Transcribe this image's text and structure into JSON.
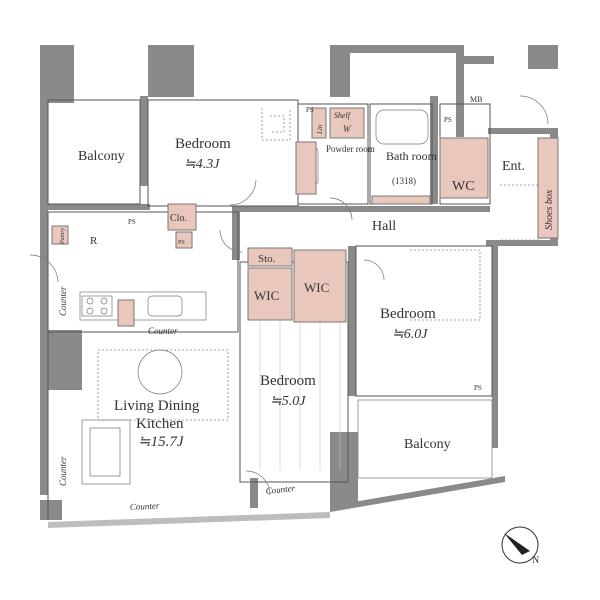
{
  "rooms": {
    "balcony_top": "Balcony",
    "bedroom_top": "Bedroom",
    "bedroom_top_size": "≒4.3J",
    "powder_room": "Powder room",
    "bath_room": "Bath room",
    "bath_size": "(1318)",
    "wc": "WC",
    "ent": "Ent.",
    "shoes_box": "Shoes box",
    "hall": "Hall",
    "clo": "Clo.",
    "r": "R",
    "sto": "Sto.",
    "wic_left": "WIC",
    "wic_right": "WIC",
    "bedroom_right": "Bedroom",
    "bedroom_right_size": "≒6.0J",
    "bedroom_mid": "Bedroom",
    "bedroom_mid_size": "≒5.0J",
    "ldk_line1": "Living Dining",
    "ldk_line2": "Kitchen",
    "ldk_size": "≒15.7J",
    "balcony_bottom": "Balcony",
    "shelf": "Shelf",
    "lin": "Lin",
    "w": "W",
    "pantry": "Pantry",
    "mb": "MB"
  },
  "small_labels": {
    "ps": "PS",
    "counter": "Counter"
  },
  "colors": {
    "wall": "#8a8a8a",
    "storage_fill": "#e9c7bd"
  },
  "compass": {
    "label": "N"
  }
}
